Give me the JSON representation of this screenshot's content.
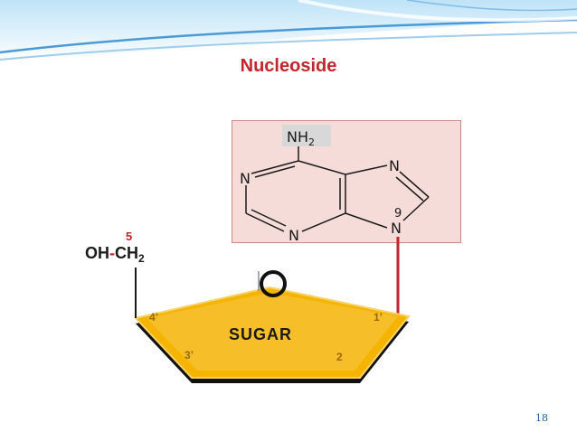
{
  "slide": {
    "title": "Nucleoside",
    "page_number": "18"
  },
  "base": {
    "amine_group": "NH",
    "amine_subscript": "2",
    "ring_atoms": [
      "N",
      "N",
      "N",
      "N"
    ],
    "position_label": "9"
  },
  "sugar": {
    "label": "SUGAR",
    "ring_oxygen": "O",
    "carbons": {
      "c1": "1’",
      "c2": "2",
      "c3": "3’",
      "c4": "4’",
      "c5": "5"
    },
    "hydroxymethyl": {
      "oh": "OH",
      "ch": "CH",
      "subscript": "2"
    }
  },
  "colors": {
    "title": "#c0262c",
    "sugar_fill": "#f4b400",
    "base_box": "#f6dcd9",
    "glycosidic_bond": "#c0262c",
    "header_blue": "#3a8fd0"
  }
}
